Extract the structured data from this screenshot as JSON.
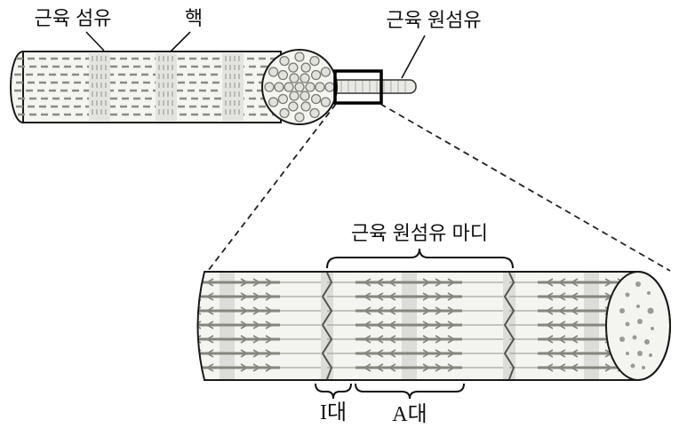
{
  "diagram": {
    "labels": {
      "muscle_fiber": "근육 섬유",
      "nucleus": "핵",
      "myofibril": "근육 원섬유",
      "sarcomere": "근육 원섬유 마디",
      "i_band": "I대",
      "a_band": "A대"
    },
    "colors": {
      "outline": "#1a1a1a",
      "striation": "#8a8a86",
      "band_fill": "#dcdcd8",
      "body_fill": "#f4f4f0",
      "background": "#ffffff"
    }
  }
}
